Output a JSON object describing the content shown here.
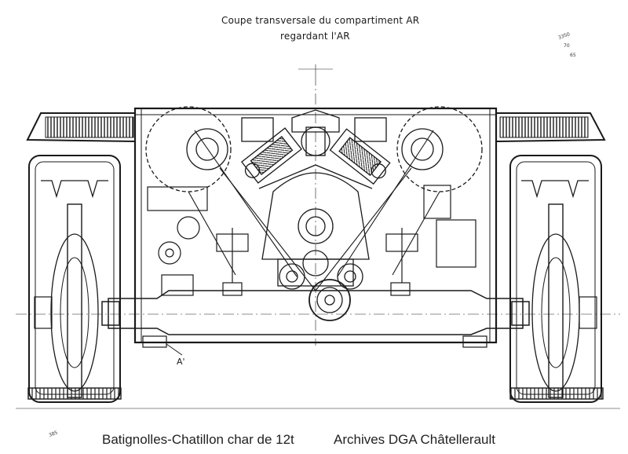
{
  "drawing": {
    "title_line1": "Coupe transversale du compartiment AR",
    "title_line2": "regardant l'AR",
    "callout_label": "A'",
    "corner_notes": [
      "3350",
      "70",
      "65"
    ],
    "small_mark": "385"
  },
  "caption": {
    "vehicle": "Batignolles-Chatillon char de 12t",
    "source": "Archives DGA Châtellerault"
  },
  "colors": {
    "ink": "#1a1a1a",
    "paper": "#ffffff"
  }
}
